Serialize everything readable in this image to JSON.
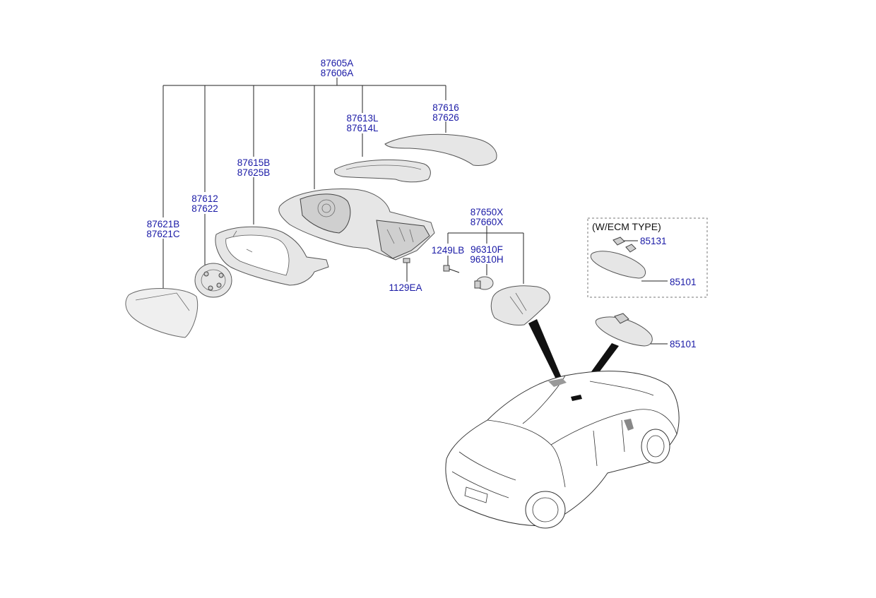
{
  "colors": {
    "label": "#1a1aa6",
    "line": "#222222",
    "part_fill": "#e6e6e6"
  },
  "labels": {
    "assy_a": "87605A",
    "assy_b": "87606A",
    "cover_l": "87613L",
    "cover_l2": "87614L",
    "cap_a": "87616",
    "cap_b": "87626",
    "housing_a": "87615B",
    "housing_b": "87625B",
    "actuator_a": "87612",
    "actuator_b": "87622",
    "glass_a": "87621B",
    "glass_b": "87621C",
    "screw": "1129EA",
    "inside_a": "87650X",
    "inside_b": "87660X",
    "bolt": "1249LB",
    "sensor_a": "96310F",
    "sensor_b": "96310H",
    "ecm_box_title": "(W/ECM TYPE)",
    "ecm_cover": "85131",
    "ecm_mirror": "85101",
    "mirror": "85101"
  }
}
